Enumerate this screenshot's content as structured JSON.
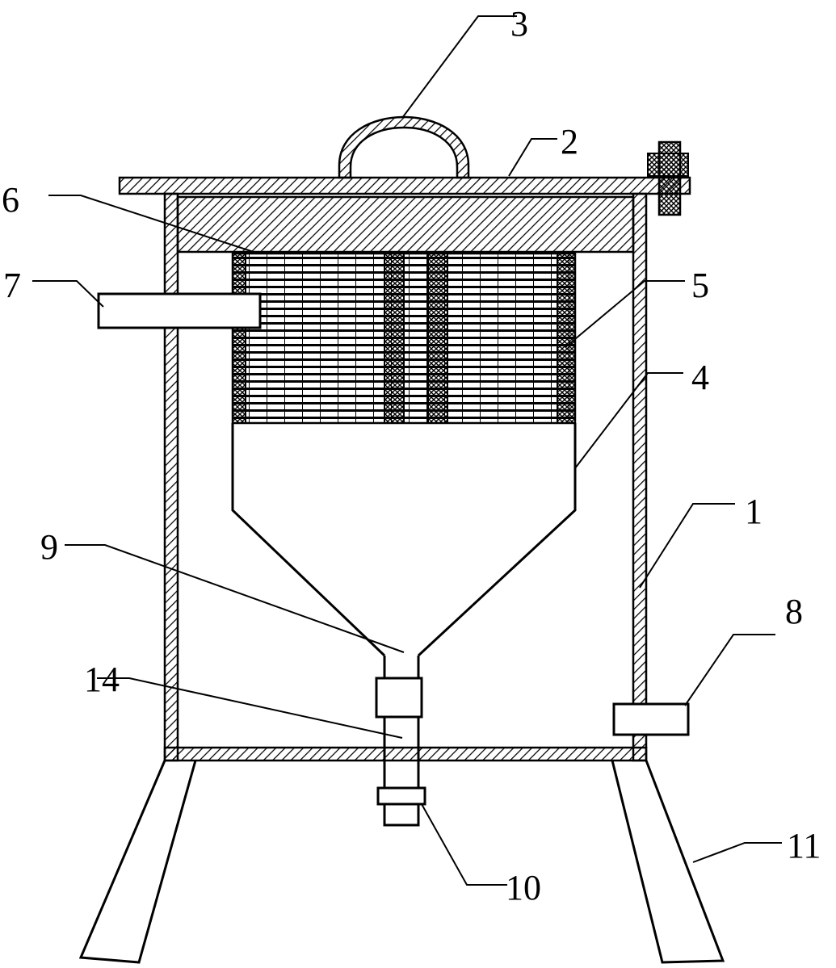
{
  "labels": {
    "n1": "1",
    "n2": "2",
    "n3": "3",
    "n4": "4",
    "n5": "5",
    "n6": "6",
    "n7": "7",
    "n8": "8",
    "n9": "9",
    "n10": "10",
    "n11": "11",
    "n14": "14"
  }
}
